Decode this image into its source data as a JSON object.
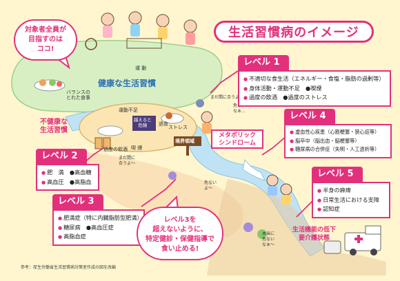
{
  "title": "生活習慣病のイメージ",
  "target_note": [
    "対象者全員が",
    "目指すのは",
    "ココ!"
  ],
  "healthy_label": "健康な生活習慣",
  "unhealthy_label": [
    "不健康な",
    "生活習慣"
  ],
  "scene_labels": {
    "exercise": "運 動",
    "balanced_meal": [
      "バランスの",
      "とれた食事"
    ],
    "lack_exercise": "運動不足",
    "overeating": "過食",
    "drinking": "過度の飲酒",
    "smoking": "喫 煙",
    "stress": "ストレス",
    "danger": [
      "越えると",
      "危険"
    ],
    "border": "境界領域",
    "speech_1": [
      "まだ間に",
      "合うよ〜"
    ],
    "speech_2": [
      "危ない",
      "なぁ…"
    ],
    "speech_3": [
      "危ない",
      "よ〜"
    ],
    "speech_4": [
      "まだ間に",
      "合うよ〜"
    ],
    "speech_5": [
      "本当に",
      "危ない",
      "なぁ〜"
    ]
  },
  "metabolic": [
    "メタボリック",
    "シンドローム"
  ],
  "levels": [
    {
      "tab": "レベル 1",
      "items": [
        "不適切な食生活（エネルギー・食塩・脂肪の過剰等）",
        "身体活動・運動不足　●喫煙",
        "過度の飲酒　●過度のストレス"
      ]
    },
    {
      "tab": "レベル 2",
      "items": [
        "肥　満　●高血糖",
        "高血圧　●高脂血"
      ]
    },
    {
      "tab": "レベル 3",
      "items": [
        "肥満症（特に内臓脂肪型肥満）",
        "糖尿病　●高血圧症",
        "高脂血症"
      ]
    },
    {
      "tab": "レベル 4",
      "items": [
        "虚血性心疾患（心筋梗塞・狭心症等）",
        "脳卒中（脳出血・脳梗塞等）",
        "糖尿病の合併症（失明・人工透析等）"
      ]
    },
    {
      "tab": "レベル 5",
      "items": [
        "半身の麻痺",
        "日常生活における支障",
        "認知症"
      ]
    }
  ],
  "callout": [
    "レベル3を",
    "超えないように、",
    "特定健診・保健指導で",
    "食い止める!"
  ],
  "decline": [
    "生活機能の低下",
    "要介護状態"
  ],
  "reference": "参考：厚生労働省生活習慣病対策室作成の図を改編",
  "colors": {
    "accent": "#e2307c",
    "background": "#fff6cf",
    "water": "#bfe3f5",
    "land": "#d8efc4",
    "hill": "#f6d3a6"
  }
}
